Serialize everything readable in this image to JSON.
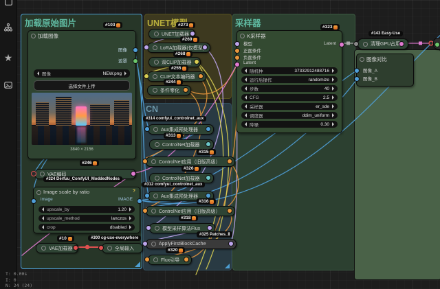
{
  "sidebar": {
    "icons": [
      "window-icon",
      "workflow-icon",
      "star-icon",
      "gallery-icon"
    ]
  },
  "status": {
    "line1": "T: 0.00s",
    "line2": "I: 0",
    "line3": "N: 24 (24)"
  },
  "groups": {
    "load": {
      "title": "加载原始图片"
    },
    "unet": {
      "title": "UNET模型"
    },
    "cn": {
      "title": "CN"
    },
    "sampler": {
      "title": "采样器"
    }
  },
  "load_image": {
    "badge": "#103",
    "title": "加载图像",
    "out1": "图像",
    "out2": "遮罩",
    "combo_label": "图像",
    "combo_value": "NEW.png",
    "upload": "选择文件上传",
    "caption": "3840 × 2156"
  },
  "vae_encode": {
    "badge": "#246",
    "title": "VAE编码"
  },
  "image_scale": {
    "src": "#324 Derfuu_ComfyUI_ModdedNodes",
    "title": "Image scale by ratio",
    "help": "?",
    "input": "image",
    "output": "IMAGE",
    "w1l": "upscale_by",
    "w1v": "1.20",
    "w2l": "upscale_method",
    "w2v": "lanczos",
    "w3l": "crop",
    "w3v": "disabled"
  },
  "vae_loader": {
    "badge": "#10",
    "title": "VAE加载器"
  },
  "global_input": {
    "src": "#300 cg-use-everywhere",
    "title": "全局输入"
  },
  "unet_loader": {
    "badge": "#273",
    "title": "UNET加载器"
  },
  "lora": {
    "badge": "#269",
    "title": "LoRA加载器(仅模型)"
  },
  "dual_clip": {
    "badge": "#268",
    "title": "双CLIP加载器"
  },
  "clip_text": {
    "badge": "#255",
    "title": "CLIP文本编码器"
  },
  "cond_zero": {
    "badge": "#244",
    "title": "条件零化"
  },
  "aux1": {
    "src": "#314 comfyui_controlnet_aux",
    "title": "Aux集成预处理器"
  },
  "cn_loader1": {
    "badge": "#313",
    "title": "ControlNet加载器"
  },
  "cn_apply1": {
    "badge": "#315",
    "title": "ControlNet应用（旧版高级）"
  },
  "cn_loader2": {
    "badge": "#326",
    "title": "ControlNet加载器"
  },
  "aux2": {
    "src": "#312 comfyui_controlnet_aux",
    "title": "Aux集成预处理器"
  },
  "cn_apply2": {
    "badge": "#316",
    "title": "ControlNet应用（旧版高级）"
  },
  "model_sampling": {
    "badge": "#318",
    "title": "模型采样算法Flux"
  },
  "first_block": {
    "src": "#325 Patches_Ⅱ",
    "title": "ApplyFirstBlockCache"
  },
  "flux_guide": {
    "badge": "#320",
    "title": "Flux引导"
  },
  "ksampler": {
    "badge": "#323",
    "title": "K采样器",
    "in1": "模型",
    "in2": "正面条件",
    "in3": "负面条件",
    "in4": "Latent",
    "out": "Latent",
    "widgets": [
      {
        "label": "随机种",
        "value": "37332912488716"
      },
      {
        "label": "运行后操作",
        "value": "randomize"
      },
      {
        "label": "步数",
        "value": "40"
      },
      {
        "label": "CFG",
        "value": "2.5"
      },
      {
        "label": "采样器",
        "value": "er_sde"
      },
      {
        "label": "调度器",
        "value": "ddim_uniform"
      },
      {
        "label": "降噪",
        "value": "0.30"
      }
    ]
  },
  "clean_gpu": {
    "src": "#143 Easy-Use",
    "title": "清理GPU占用"
  },
  "image_compare": {
    "title": "图像对比",
    "in1": "图像_A",
    "in2": "图像_B"
  },
  "colors": {
    "wire_image": "#4f9fd8",
    "wire_model": "#bda5ec",
    "wire_cond": "#e8973d",
    "wire_clip": "#d8ce52",
    "wire_latent": "#e07ad0",
    "wire_vae": "#e05050",
    "group_title_green": "#5fb9a0",
    "group_title_olive": "#b8ae3c"
  }
}
